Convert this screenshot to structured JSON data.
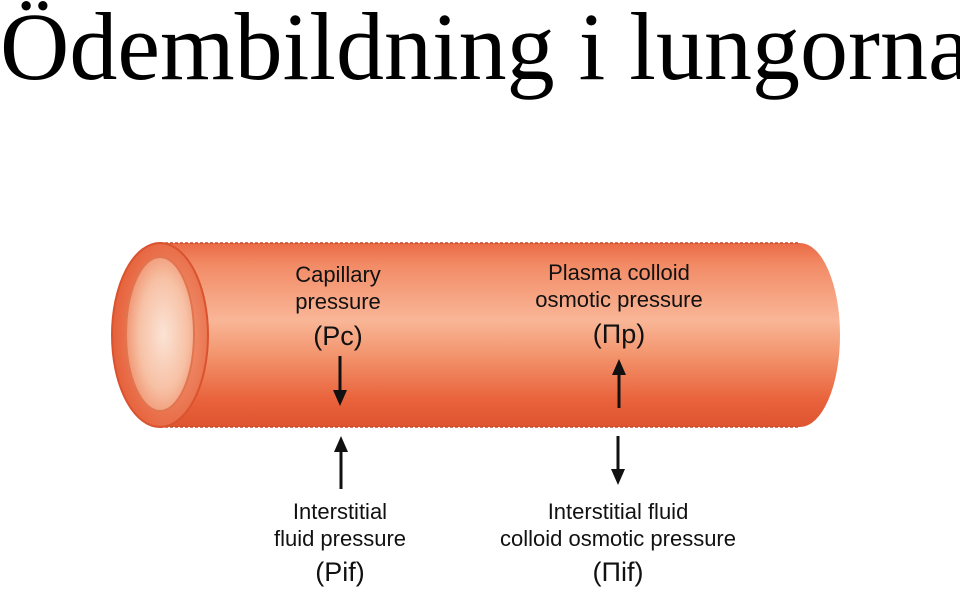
{
  "title": "Ödembildning i lungorna",
  "colors": {
    "vessel_outer": "#e8623c",
    "vessel_center": "#f7a27e",
    "vessel_lumen": "#f6b89a",
    "vessel_lumen_inner": "#fce1d2",
    "arrow": "#111111",
    "text": "#111111"
  },
  "labels": {
    "capillary_pressure_line1": "Capillary",
    "capillary_pressure_line2": "pressure",
    "capillary_pressure_symbol": "(Pc)",
    "plasma_colloid_line1": "Plasma colloid",
    "plasma_colloid_line2": "osmotic pressure",
    "plasma_colloid_symbol": "(Πp)",
    "interstitial_pressure_line1": "Interstitial",
    "interstitial_pressure_line2": "fluid pressure",
    "interstitial_pressure_symbol": "(Pif)",
    "interstitial_colloid_line1": "Interstitial fluid",
    "interstitial_colloid_line2": "colloid osmotic pressure",
    "interstitial_colloid_symbol": "(Πif)"
  },
  "arrows": {
    "capillary_pressure": "down",
    "plasma_colloid_osmotic_pressure": "up",
    "interstitial_fluid_pressure": "up",
    "interstitial_colloid_osmotic_pressure": "down"
  }
}
